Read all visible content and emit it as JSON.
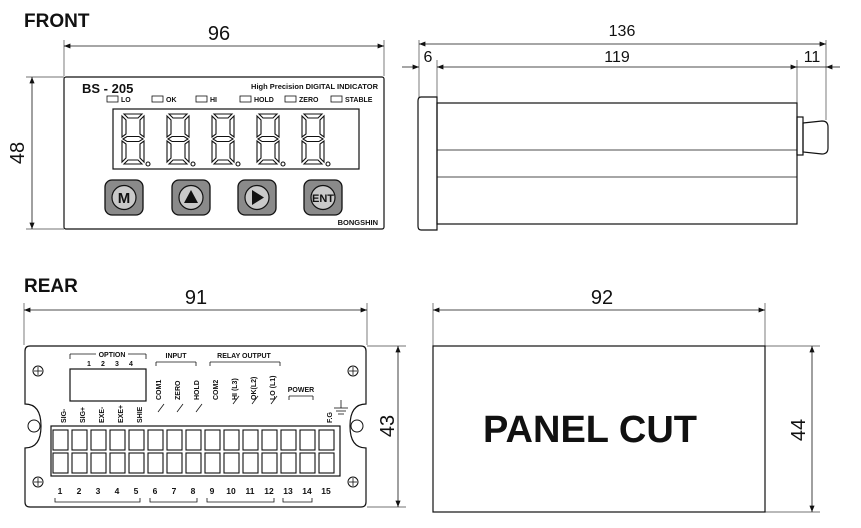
{
  "sections": {
    "front": "FRONT",
    "rear": "REAR"
  },
  "dimensions": {
    "front_width": "96",
    "front_height": "48",
    "side_total": "136",
    "side_bezel": "6",
    "side_body": "119",
    "side_connector": "11",
    "rear_width": "91",
    "rear_height": "43",
    "cut_width": "92",
    "cut_height": "44"
  },
  "front_panel": {
    "model": "BS - 205",
    "subtitle": "High Precision DIGITAL INDICATOR",
    "brand": "BONGSHIN",
    "indicators": [
      "LO",
      "OK",
      "HI",
      "HOLD",
      "ZERO",
      "STABLE"
    ],
    "buttons": [
      {
        "label": "M",
        "icon": "m-letter"
      },
      {
        "label": "",
        "icon": "triangle-up-icon"
      },
      {
        "label": "",
        "icon": "triangle-right-icon"
      },
      {
        "label": "ENT",
        "icon": "ent-letter"
      }
    ]
  },
  "rear_panel": {
    "option_label": "OPTION",
    "option_numbers": [
      "1",
      "2",
      "3",
      "4"
    ],
    "input_label": "INPUT",
    "relay_label": "RELAY  OUTPUT",
    "power_label": "POWER",
    "terminal_labels": [
      "SIG-",
      "SIG+",
      "EXE-",
      "EXE+",
      "SHIE",
      "COM1",
      "ZERO",
      "HOLD",
      "COM2",
      "HI (L3)",
      "OK(L2)",
      "LO (L1)",
      "",
      "",
      "F.G"
    ],
    "terminal_numbers": [
      "1",
      "2",
      "3",
      "4",
      "5",
      "6",
      "7",
      "8",
      "9",
      "10",
      "11",
      "12",
      "13",
      "14",
      "15"
    ]
  },
  "panel_cut": {
    "label": "PANEL CUT"
  }
}
